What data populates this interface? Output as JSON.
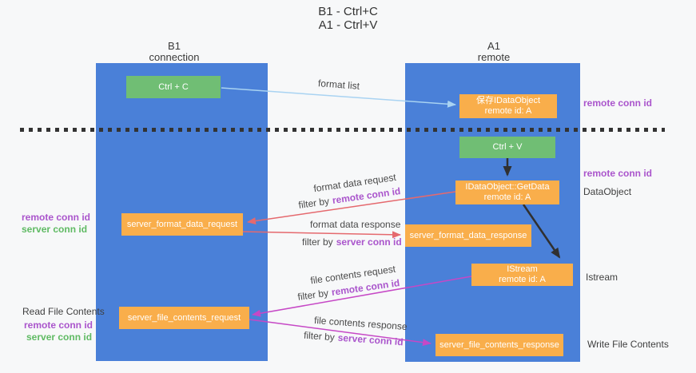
{
  "title": {
    "line1": "B1 - Ctrl+C",
    "line2": "A1 - Ctrl+V"
  },
  "columns": {
    "left": {
      "title": "B1",
      "subtitle": "connection"
    },
    "right": {
      "title": "A1",
      "subtitle": "remote"
    }
  },
  "nodes": {
    "ctrl_c": {
      "label": "Ctrl + C"
    },
    "ctrl_v": {
      "label": "Ctrl + V"
    },
    "save_dataobject": {
      "line1": "保存IDataObject",
      "line2": "remote id: A"
    },
    "getdata": {
      "line1": "IDataObject::GetData",
      "line2": "remote id: A"
    },
    "istream": {
      "line1": "IStream",
      "line2": "remote id: A"
    },
    "format_request": {
      "label": "server_format_data_request"
    },
    "format_response": {
      "label": "server_format_data_response"
    },
    "file_request": {
      "label": "server_file_contents_request"
    },
    "file_response": {
      "label": "server_file_contents_response"
    }
  },
  "arrow_labels": {
    "format_list": "format list",
    "format_data_request": "format data request",
    "format_data_response": "format data response",
    "file_contents_request": "file contents request",
    "file_contents_response": "file contents response",
    "filter_by": "filter by",
    "remote_conn_id": "remote conn id",
    "server_conn_id": "server conn id"
  },
  "side_labels": {
    "remote_conn_id": "remote conn id",
    "server_conn_id": "server conn id",
    "dataobject": "DataObject",
    "istream": "Istream",
    "read_file_contents": "Read File Contents",
    "write_file_contents": "Write File Contents"
  },
  "colors": {
    "background": "#f7f8f9",
    "column_blue": "#4a80d8",
    "box_orange": "#f9ae4b",
    "box_green": "#70be74",
    "arrow_lightblue": "#a9d3f2",
    "arrow_red": "#e5696e",
    "arrow_magenta": "#c648c6",
    "arrow_black": "#303030",
    "label_purple": "#aa55cc",
    "label_green": "#5fba63",
    "text_dark": "#3f3f3f"
  }
}
